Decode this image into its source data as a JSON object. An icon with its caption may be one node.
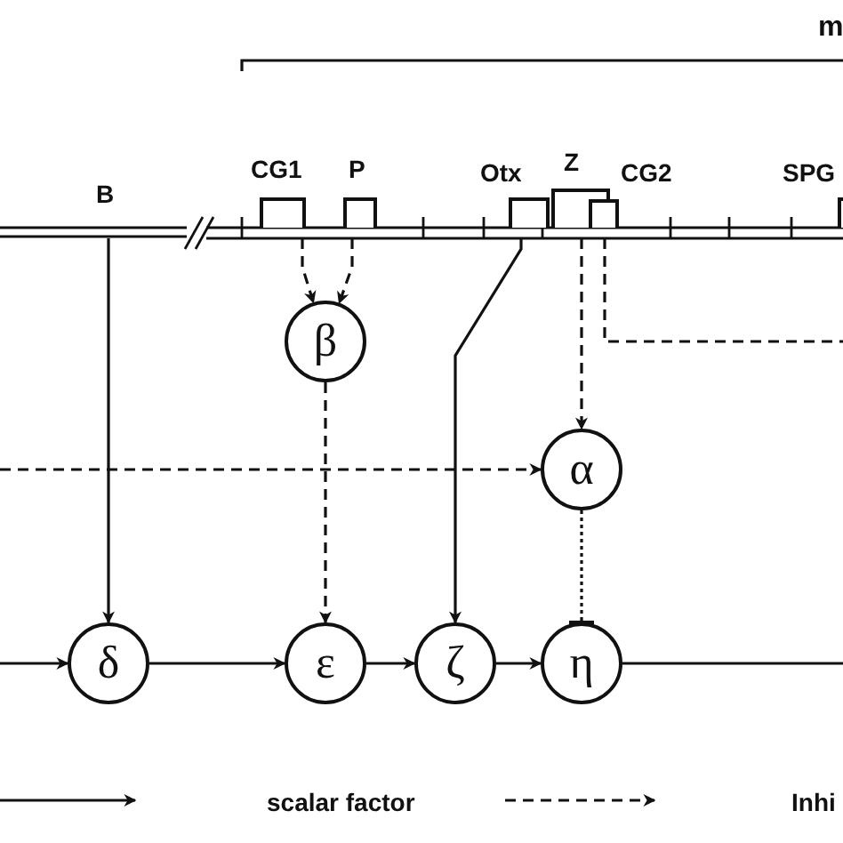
{
  "diagram": {
    "nodes": [
      {
        "text": [
          "B"
        ]
      },
      {
        "text": [
          "CG1"
        ]
      },
      {
        "text": [
          "P"
        ]
      },
      {
        "text": [
          "Otx"
        ]
      },
      {
        "text": [
          "Z"
        ]
      },
      {
        "text": [
          "CG2"
        ]
      },
      {
        "text": [
          "SPG"
        ]
      },
      {
        "text": [
          "β"
        ]
      },
      {
        "text": [
          "α"
        ]
      },
      {
        "text": [
          "δ"
        ]
      },
      {
        "text": [
          "ε"
        ]
      },
      {
        "text": [
          "ζ"
        ]
      },
      {
        "text": [
          "η"
        ]
      }
    ],
    "edges": [
      {
        "from": 1,
        "to": 7,
        "arrow": "to",
        "style": "dashed"
      },
      {
        "from": 2,
        "to": 7,
        "arrow": "to",
        "style": "dashed"
      },
      {
        "from": 4,
        "to": 8,
        "arrow": "to",
        "style": "dashed"
      },
      {
        "from": 5,
        "to": null,
        "arrow": "none",
        "style": "dashed"
      },
      {
        "from": null,
        "to": 8,
        "arrow": "to",
        "style": "dashed"
      },
      {
        "from": 0,
        "to": 9,
        "arrow": "to"
      },
      {
        "from": 3,
        "to": 11,
        "arrow": "to"
      },
      {
        "from": 7,
        "to": 10,
        "arrow": "to",
        "style": "dashed"
      },
      {
        "from": 8,
        "to": 12,
        "arrow": "other",
        "style": "dashed"
      },
      {
        "from": null,
        "to": 9,
        "arrow": "to"
      },
      {
        "from": 9,
        "to": 10,
        "arrow": "to"
      },
      {
        "from": 10,
        "to": 11,
        "arrow": "to"
      },
      {
        "from": 11,
        "to": 12,
        "arrow": "to"
      },
      {
        "from": 12,
        "to": null,
        "arrow": "none"
      }
    ],
    "labels": [
      "m"
    ],
    "legend": [
      {
        "text": "scalar factor"
      },
      {
        "text": "Inhi"
      }
    ]
  }
}
